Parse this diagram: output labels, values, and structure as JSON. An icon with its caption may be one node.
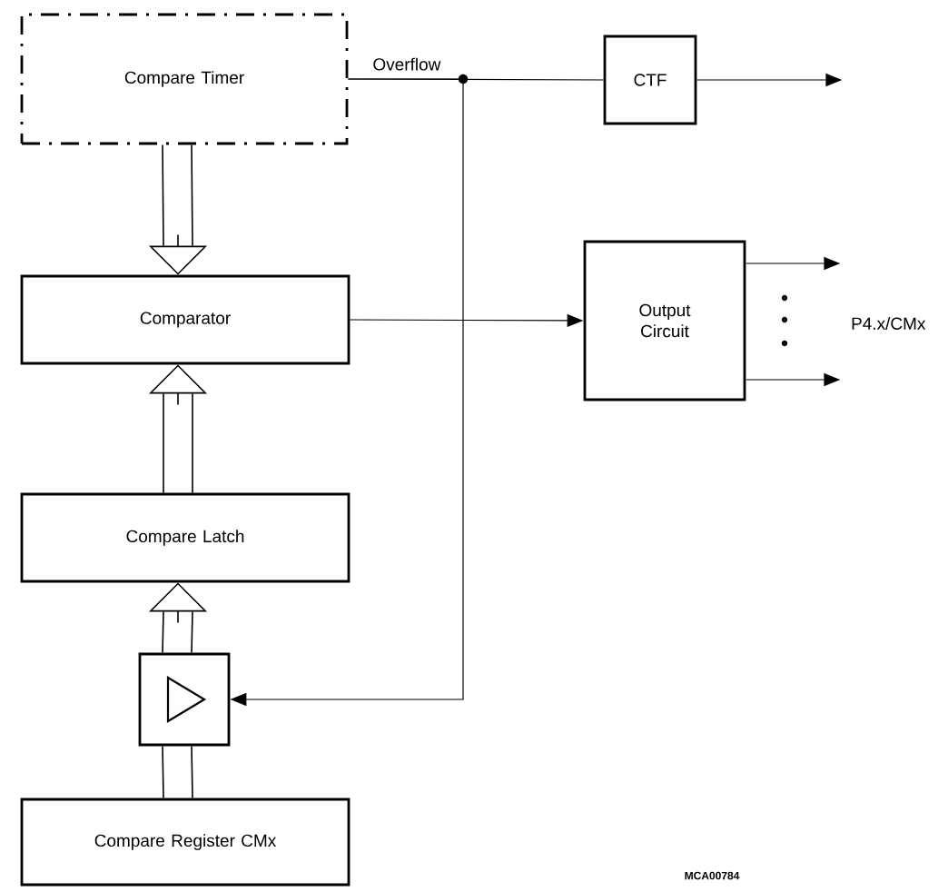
{
  "diagram": {
    "nodes": [
      {
        "text": [
          "Compare Timer"
        ]
      },
      {
        "text": [
          "CTF"
        ]
      },
      {
        "text": [
          "Comparator"
        ]
      },
      {
        "text": [
          "Output Circuit"
        ]
      },
      {
        "text": [
          "Compare Latch"
        ]
      },
      {
        "text": [],
        "shape": "box"
      },
      {
        "text": [
          "Compare Register CMx"
        ]
      }
    ],
    "edges": [
      {
        "from": 0,
        "to": 1,
        "arrow": "none",
        "label": "Overflow"
      },
      {
        "from": 0,
        "to": 5,
        "arrow": "to"
      },
      {
        "from": 1,
        "to": null,
        "arrow": "to"
      },
      {
        "from": 0,
        "to": 2,
        "arrow": "to"
      },
      {
        "from": 4,
        "to": 2,
        "arrow": "to"
      },
      {
        "from": 5,
        "to": 4,
        "arrow": "to"
      },
      {
        "from": 6,
        "to": 5,
        "arrow": "none"
      },
      {
        "from": 2,
        "to": 3,
        "arrow": "to"
      },
      {
        "from": 3,
        "to": null,
        "arrow": "to"
      },
      {
        "from": 3,
        "to": null,
        "arrow": "to"
      }
    ],
    "labels": [
      "P4.x/CMx",
      "MCA00784"
    ]
  }
}
